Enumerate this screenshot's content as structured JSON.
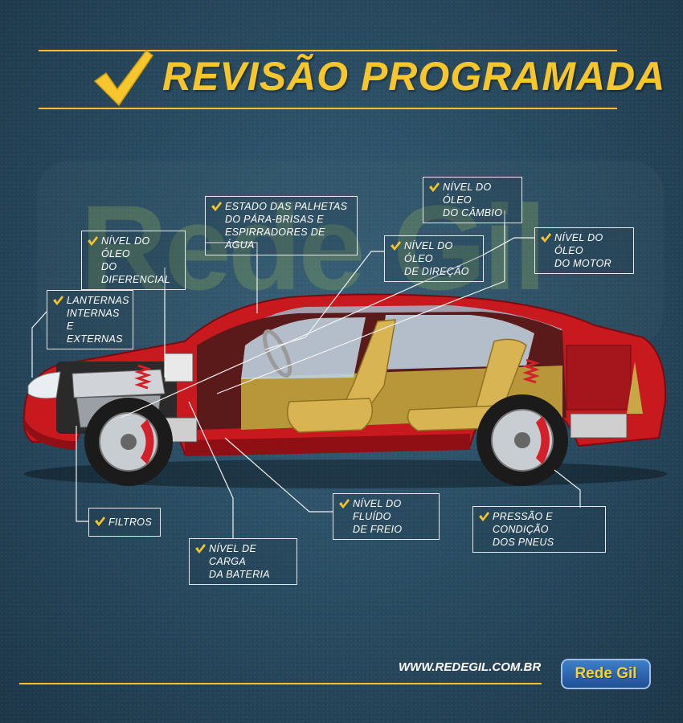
{
  "header": {
    "title": "REVISÃO PROGRAMADA"
  },
  "watermark": {
    "text": "Rede Gil"
  },
  "labels": {
    "lanternas": "LANTERNAS\nINTERNAS E\nEXTERNAS",
    "oleo_diferencial": "NÍVEL DO ÓLEO\nDO DIFERENCIAL",
    "palhetas": "ESTADO DAS PALHETAS\nDO PÁRA-BRISAS E\nESPIRRADORES DE ÁGUA",
    "oleo_direcao": "NÍVEL DO ÓLEO\nDE DIREÇÃO",
    "oleo_cambio": "NÍVEL DO ÓLEO\nDO CÂMBIO",
    "oleo_motor": "NÍVEL DO ÓLEO\nDO MOTOR",
    "filtros": "FILTROS",
    "bateria": "NÍVEL DE CARGA\nDA BATERIA",
    "fluido_freio": "NÍVEL DO FLUÍDO\nDE FREIO",
    "pneus": "PRESSÃO E CONDIÇÃO\nDOS PNEUS"
  },
  "footer": {
    "website": "WWW.REDEGIL.COM.BR",
    "logo_text": "Rede Gil"
  },
  "colors": {
    "background": "#2a4d63",
    "accent_yellow": "#f7c52c",
    "car_body_red": "#c8191f",
    "interior_gold": "#c9a646"
  },
  "icons": [
    "check-icon"
  ]
}
